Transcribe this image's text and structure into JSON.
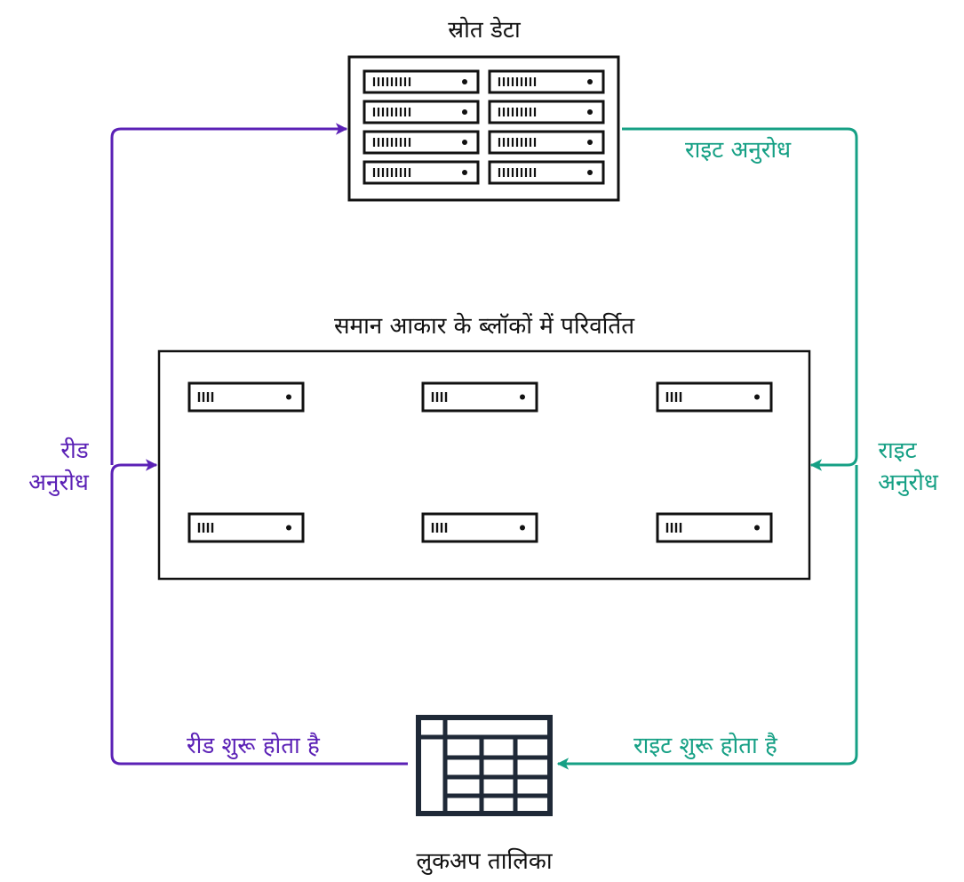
{
  "source_data": {
    "title": "स्रोत डेटा"
  },
  "blocks": {
    "title": "समान आकार के ब्लॉकों में परिवर्तित"
  },
  "lookup_table": {
    "title": "लुकअप तालिका"
  },
  "read_flow": {
    "start_label": "रीड शुरू होता है",
    "request_label_line1": "रीड",
    "request_label_line2": "अनुरोध",
    "color": "#5b21b6"
  },
  "write_flow": {
    "start_label": "राइट शुरू होता है",
    "request_label_upper": "राइट अनुरोध",
    "request_label_line1": "राइट",
    "request_label_line2": "अनुरोध",
    "color": "#16a085"
  },
  "icons": {
    "server_rack": "server-rack-icon",
    "server_unit": "server-unit-icon",
    "table": "table-icon"
  }
}
